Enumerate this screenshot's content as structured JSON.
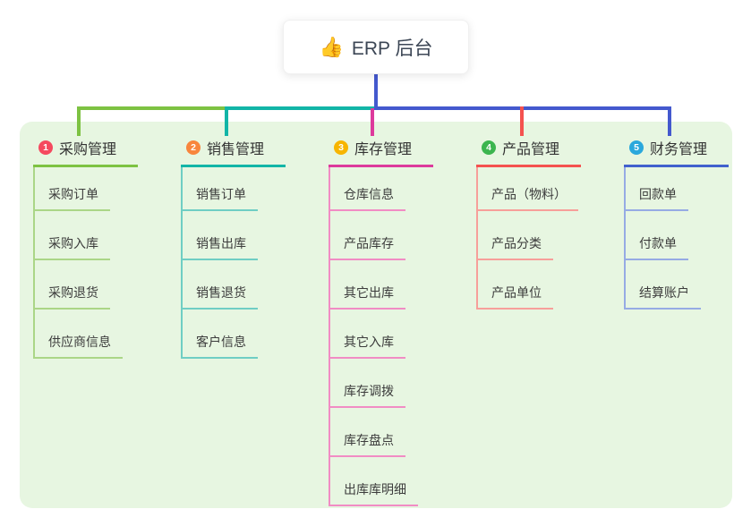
{
  "root": {
    "icon": "👍",
    "title": "ERP 后台"
  },
  "colors": {
    "panel_background": "#e7f6e1",
    "root_connector": "#4459ce",
    "bus_green": "#7dc242",
    "bus_teal": "#12b5a7",
    "bus_blue": "#4459ce",
    "drop_magenta": "#dd3a9c",
    "drop_red": "#f4524f"
  },
  "branches": [
    {
      "number": "1",
      "label": "采购管理",
      "badge_color": "#f5495f",
      "line_color": "#7dc242",
      "child_line_color": "#abd687",
      "children": [
        {
          "label": "采购订单"
        },
        {
          "label": "采购入库"
        },
        {
          "label": "采购退货"
        },
        {
          "label": "供应商信息"
        }
      ]
    },
    {
      "number": "2",
      "label": "销售管理",
      "badge_color": "#f8863d",
      "line_color": "#12b5a7",
      "child_line_color": "#6fcec4",
      "children": [
        {
          "label": "销售订单"
        },
        {
          "label": "销售出库"
        },
        {
          "label": "销售退货"
        },
        {
          "label": "客户信息"
        }
      ]
    },
    {
      "number": "3",
      "label": "库存管理",
      "badge_color": "#f7b500",
      "line_color": "#dd3a9c",
      "child_line_color": "#f18cc4",
      "children": [
        {
          "label": "仓库信息"
        },
        {
          "label": "产品库存"
        },
        {
          "label": "其它出库"
        },
        {
          "label": "其它入库"
        },
        {
          "label": "库存调拨"
        },
        {
          "label": "库存盘点"
        },
        {
          "label": "出库库明细"
        }
      ]
    },
    {
      "number": "4",
      "label": "产品管理",
      "badge_color": "#3cb54f",
      "line_color": "#f4524f",
      "child_line_color": "#f79f9a",
      "children": [
        {
          "label": "产品（物料）"
        },
        {
          "label": "产品分类"
        },
        {
          "label": "产品单位"
        }
      ]
    },
    {
      "number": "5",
      "label": "财务管理",
      "badge_color": "#2aa8dc",
      "line_color": "#4161cd",
      "child_line_color": "#96abe4",
      "children": [
        {
          "label": "回款单"
        },
        {
          "label": "付款单"
        },
        {
          "label": "结算账户"
        }
      ]
    }
  ]
}
